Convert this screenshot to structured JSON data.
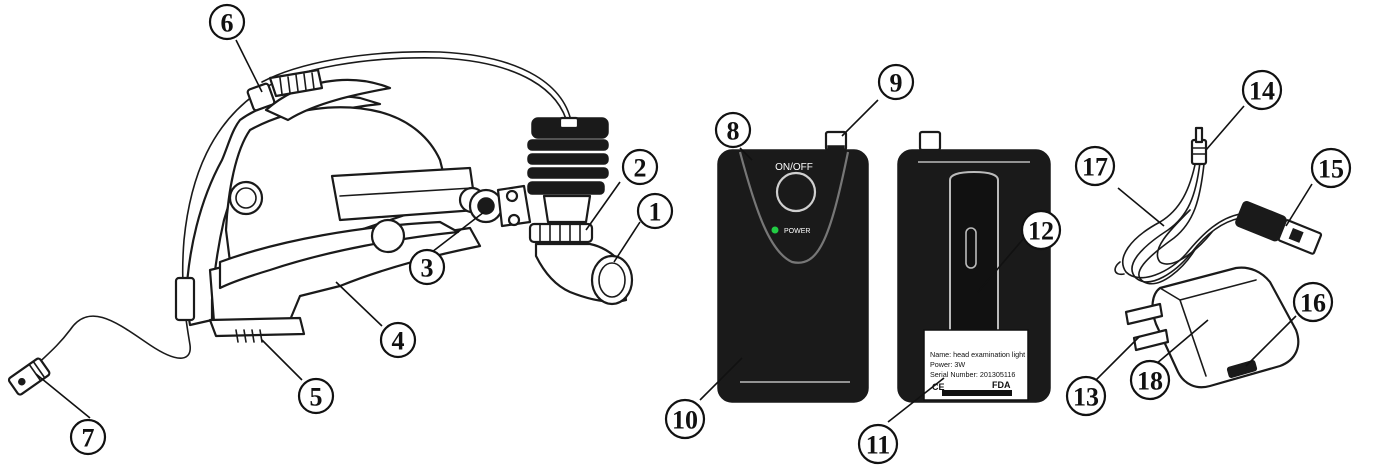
{
  "device_labels": {
    "power_switch": "ON/OFF",
    "power_indicator": "POWER"
  },
  "nameplate": {
    "name_line": "Name:  head examination light",
    "power_line": "Power:  3W",
    "serial_line": "Serial Number:  201305116",
    "ce_mark": "CE",
    "fda_mark": "FDA"
  },
  "colors": {
    "outline": "#1a1a1a",
    "battery_body": "#111111",
    "power_led": "#22cc44"
  },
  "callouts": [
    {
      "number": "1"
    },
    {
      "number": "2"
    },
    {
      "number": "3"
    },
    {
      "number": "4"
    },
    {
      "number": "5"
    },
    {
      "number": "6"
    },
    {
      "number": "7"
    },
    {
      "number": "8"
    },
    {
      "number": "9"
    },
    {
      "number": "10"
    },
    {
      "number": "11"
    },
    {
      "number": "12"
    },
    {
      "number": "13"
    },
    {
      "number": "14"
    },
    {
      "number": "15"
    },
    {
      "number": "16"
    },
    {
      "number": "17"
    },
    {
      "number": "18"
    }
  ]
}
